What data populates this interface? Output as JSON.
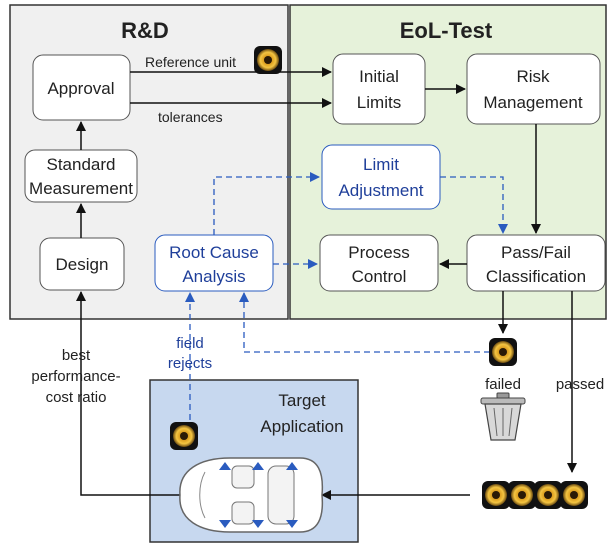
{
  "regions": {
    "rnd": {
      "title": "R&D"
    },
    "eol": {
      "title": "EoL-Test"
    },
    "target": {
      "title_line1": "Target",
      "title_line2": "Application"
    }
  },
  "nodes": {
    "approval": {
      "line1": "Approval"
    },
    "standard_measurement": {
      "line1": "Standard",
      "line2": "Measurement"
    },
    "design": {
      "line1": "Design"
    },
    "root_cause": {
      "line1": "Root Cause",
      "line2": "Analysis"
    },
    "initial_limits": {
      "line1": "Initial",
      "line2": "Limits"
    },
    "risk_management": {
      "line1": "Risk",
      "line2": "Management"
    },
    "limit_adjustment": {
      "line1": "Limit",
      "line2": "Adjustment"
    },
    "process_control": {
      "line1": "Process",
      "line2": "Control"
    },
    "pass_fail": {
      "line1": "Pass/Fail",
      "line2": "Classification"
    }
  },
  "edge_labels": {
    "reference_unit": "Reference unit",
    "tolerances": "tolerances",
    "field_rejects_line1": "field",
    "field_rejects_line2": "rejects",
    "best_ratio_line1": "best",
    "best_ratio_line2": "performance-",
    "best_ratio_line3": "cost ratio",
    "failed": "failed",
    "passed": "passed"
  },
  "colors": {
    "rnd_fill": "#f0f0f0",
    "eol_fill": "#e6f2da",
    "target_fill": "#c7d8ef",
    "dashed_blue": "#2a5bbf",
    "blue_text": "#1f3f9a"
  }
}
